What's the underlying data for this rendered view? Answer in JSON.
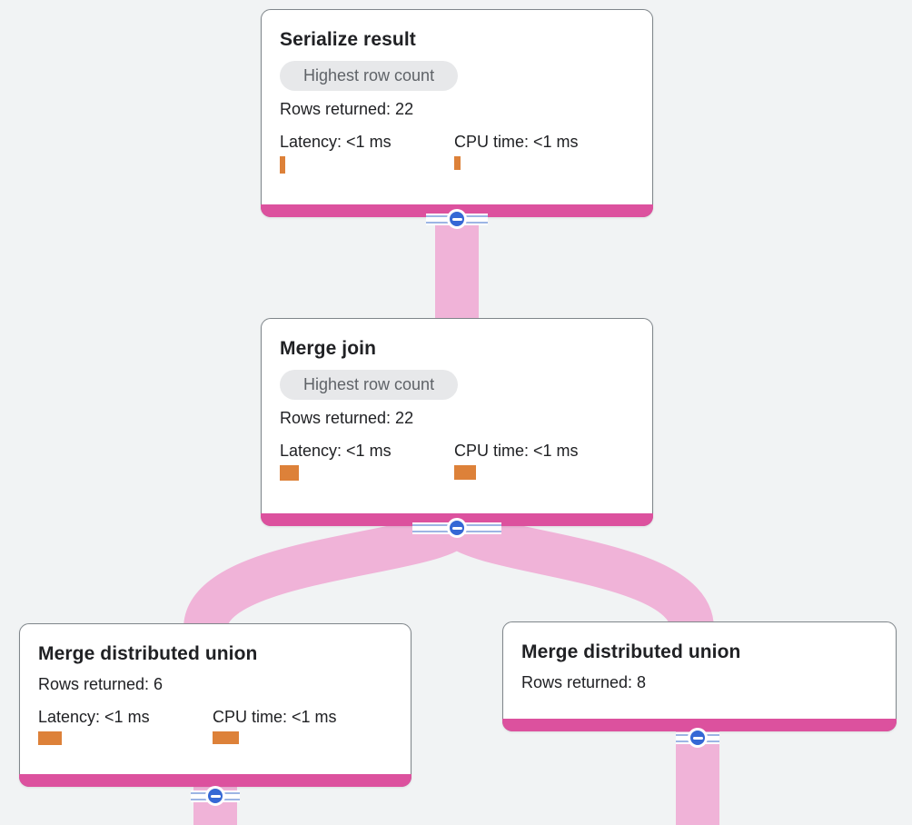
{
  "app": {
    "view": "Query execution plan graph"
  },
  "palette": {
    "background": "#f1f3f4",
    "card_bg": "#ffffff",
    "card_border": "#80868b",
    "accent_bar": "#dc519e",
    "edge_pink": "#f0b3d8",
    "button_blue": "#3568d5",
    "stripe_blue": "#9db5e4",
    "metric_bar_orange": "#dd8139",
    "badge_bg": "#e7e8ea",
    "badge_text": "#5f6368",
    "text": "#202124"
  },
  "nodes": [
    {
      "title": "Serialize result",
      "badge": "Highest row count",
      "rows_returned": "Rows returned: 22",
      "metrics": [
        {
          "label": "Latency: <1 ms",
          "bar": {
            "w": 6,
            "h": 19
          }
        },
        {
          "label": "CPU time: <1 ms",
          "bar": {
            "w": 7,
            "h": 15
          }
        }
      ]
    },
    {
      "title": "Merge join",
      "badge": "Highest row count",
      "rows_returned": "Rows returned: 22",
      "metrics": [
        {
          "label": "Latency: <1 ms",
          "bar": {
            "w": 21,
            "h": 17
          }
        },
        {
          "label": "CPU time: <1 ms",
          "bar": {
            "w": 24,
            "h": 16
          }
        }
      ]
    },
    {
      "title": "Merge distributed union",
      "rows_returned": "Rows returned: 6",
      "metrics": [
        {
          "label": "Latency: <1 ms",
          "bar": {
            "w": 26,
            "h": 15
          }
        },
        {
          "label": "CPU time: <1 ms",
          "bar": {
            "w": 29,
            "h": 14
          }
        }
      ]
    },
    {
      "title": "Merge distributed union",
      "rows_returned": "Rows returned: 8",
      "metrics": []
    }
  ],
  "connectors": [
    {
      "icon": "minus-icon",
      "action": "collapse",
      "attached_to": "Serialize result"
    },
    {
      "icon": "minus-icon",
      "action": "collapse",
      "attached_to": "Merge join"
    },
    {
      "icon": "minus-icon",
      "action": "collapse",
      "attached_to": "Merge distributed union (left)"
    },
    {
      "icon": "minus-icon",
      "action": "collapse",
      "attached_to": "Merge distributed union (right)"
    }
  ]
}
